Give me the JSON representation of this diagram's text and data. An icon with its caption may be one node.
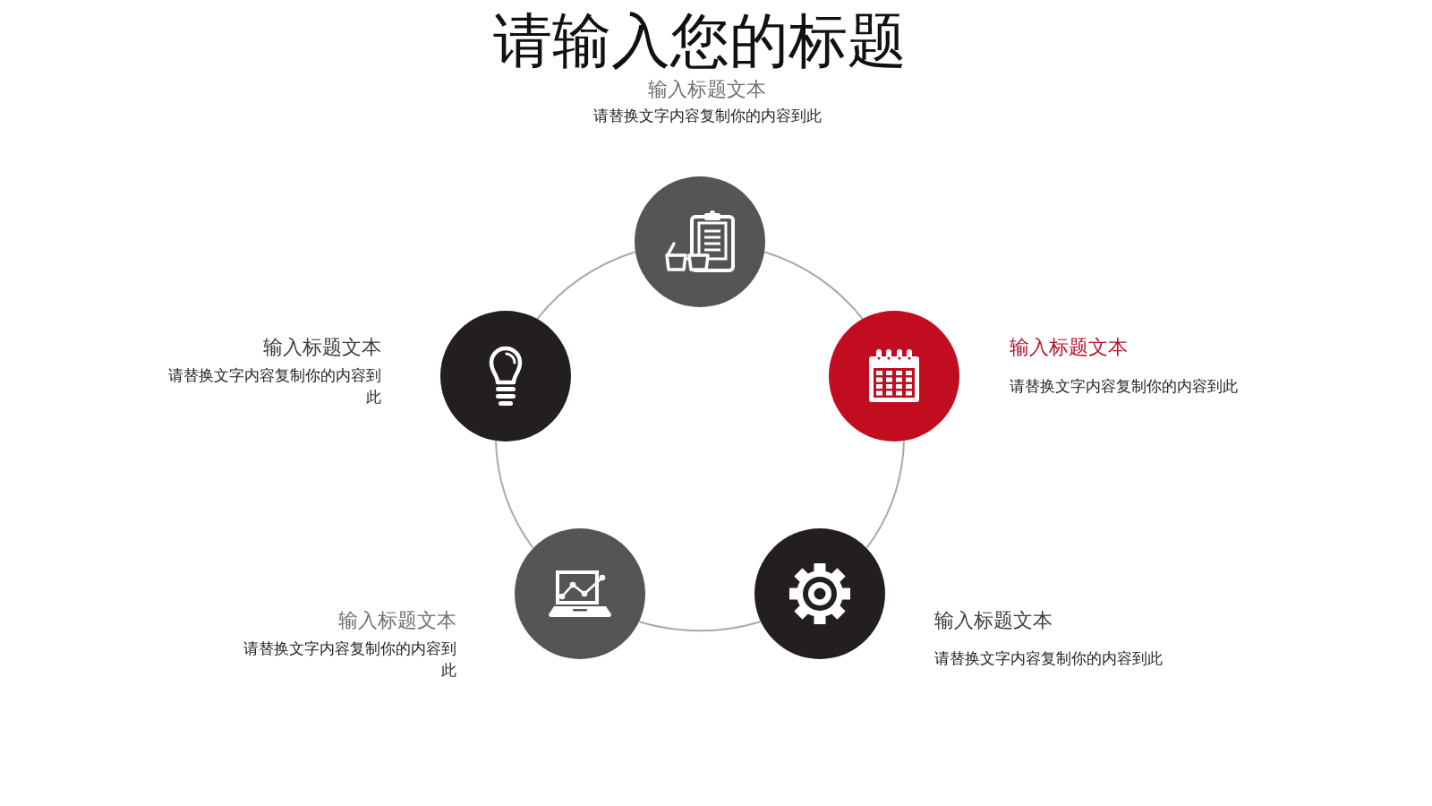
{
  "diagram": {
    "title": "请输入您的标题",
    "nodes": [
      {
        "text": [],
        "shape": "circle",
        "beside": [
          "输入标题文本",
          "请替换文字内容复制你的内容到此"
        ]
      },
      {
        "text": [],
        "shape": "circle",
        "beside": [
          "输入标题文本",
          "请替换文字内容复制你的内容到此"
        ]
      },
      {
        "text": [],
        "shape": "circle",
        "beside": [
          "输入标题文本",
          "请替换文字内容复制你的内容到此"
        ]
      },
      {
        "text": [],
        "shape": "circle",
        "beside": [
          "输入标题文本",
          "请替换文字内容复制你的内容到此"
        ]
      },
      {
        "text": [],
        "shape": "circle",
        "beside": [
          "输入标题文本",
          "请替换文字内容复制你的内容到此"
        ]
      }
    ],
    "edges": [
      {
        "from": 0,
        "to": 2,
        "arrow": "none"
      },
      {
        "from": 2,
        "to": 4,
        "arrow": "none"
      },
      {
        "from": 4,
        "to": 3,
        "arrow": "none"
      },
      {
        "from": 3,
        "to": 1,
        "arrow": "none"
      },
      {
        "from": 1,
        "to": 0,
        "arrow": "none"
      }
    ]
  }
}
